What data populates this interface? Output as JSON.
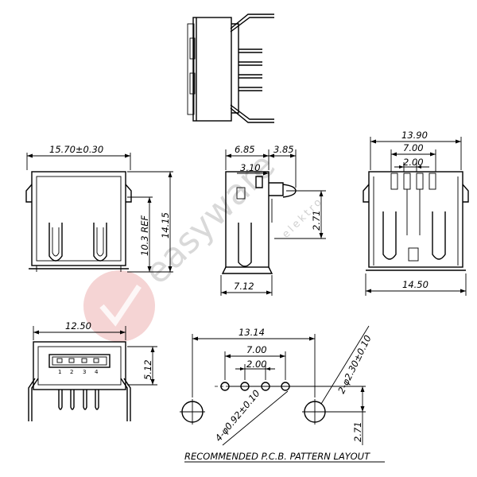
{
  "watermark": {
    "brand": "easyware",
    "sub": "elektro",
    "color": "#e8a0a0"
  },
  "front_view": {
    "width_dim": "15.70±0.30",
    "height_ref_dim": "10.3 REF",
    "height_dim": "14.15"
  },
  "side_view": {
    "dim_a": "6.85",
    "dim_b": "3.85",
    "dim_c": "3.10",
    "dim_d": "2.71",
    "dim_bottom": "7.12"
  },
  "back_view": {
    "top_dim": "13.90",
    "mid_dim": "7.00",
    "pitch_dim": "2.00",
    "bottom_dim": "14.50"
  },
  "bottom_view": {
    "width_dim": "12.50",
    "height_dim": "5.12",
    "pins": [
      "1",
      "2",
      "3",
      "4"
    ]
  },
  "pcb_layout": {
    "overall_dim": "13.14",
    "pin_span_dim": "7.00",
    "pitch_dim": "2.00",
    "mount_hole_dim": "2-φ2.30±0.10",
    "pin_hole_dim": "4-φ0.92±0.10",
    "offset_dim": "2.71",
    "caption": "RECOMMENDED P.C.B. PATTERN LAYOUT"
  }
}
